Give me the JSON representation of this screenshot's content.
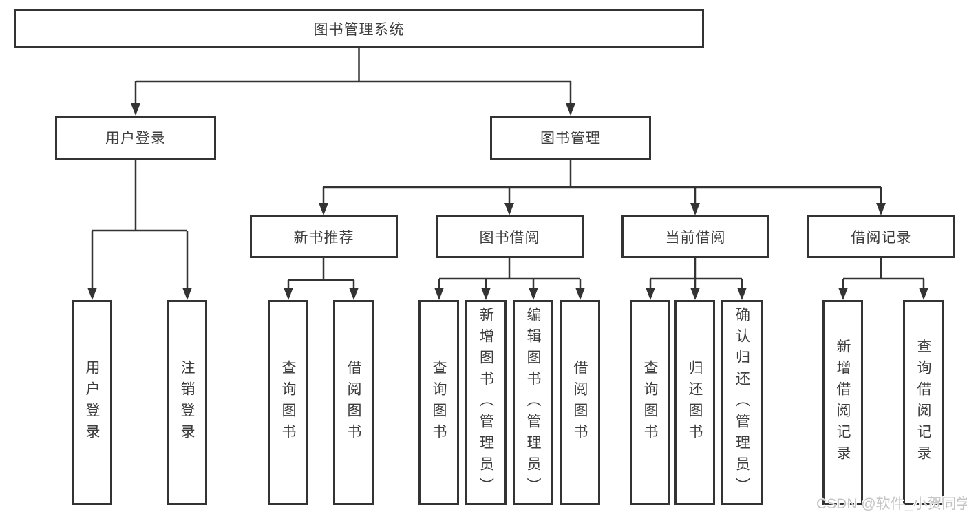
{
  "page": {
    "background": "#ffffff"
  },
  "colors": {
    "line": "#333333",
    "box_border": "#333333",
    "box_background": "#ffffff",
    "label_text": "#3d3d3d",
    "watermark": "#c4c4c4"
  },
  "watermark": {
    "text": "CSDN @软件_小贺同学"
  },
  "tree": {
    "label": "图书管理系统",
    "children": [
      {
        "label": "用户登录",
        "children": [
          {
            "label": "用户登录"
          },
          {
            "label": "注销登录"
          }
        ]
      },
      {
        "label": "图书管理",
        "children": [
          {
            "label": "新书推荐",
            "children": [
              {
                "label": "查询图书"
              },
              {
                "label": "借阅图书"
              }
            ]
          },
          {
            "label": "图书借阅",
            "children": [
              {
                "label": "查询图书"
              },
              {
                "label": "新增图书（管理员）"
              },
              {
                "label": "编辑图书（管理员）"
              },
              {
                "label": "借阅图书"
              }
            ]
          },
          {
            "label": "当前借阅",
            "children": [
              {
                "label": "查询图书"
              },
              {
                "label": "归还图书"
              },
              {
                "label": "确认归还（管理员）"
              }
            ]
          },
          {
            "label": "借阅记录",
            "children": [
              {
                "label": "新增借阅记录"
              },
              {
                "label": "查询借阅记录"
              }
            ]
          }
        ]
      }
    ]
  }
}
